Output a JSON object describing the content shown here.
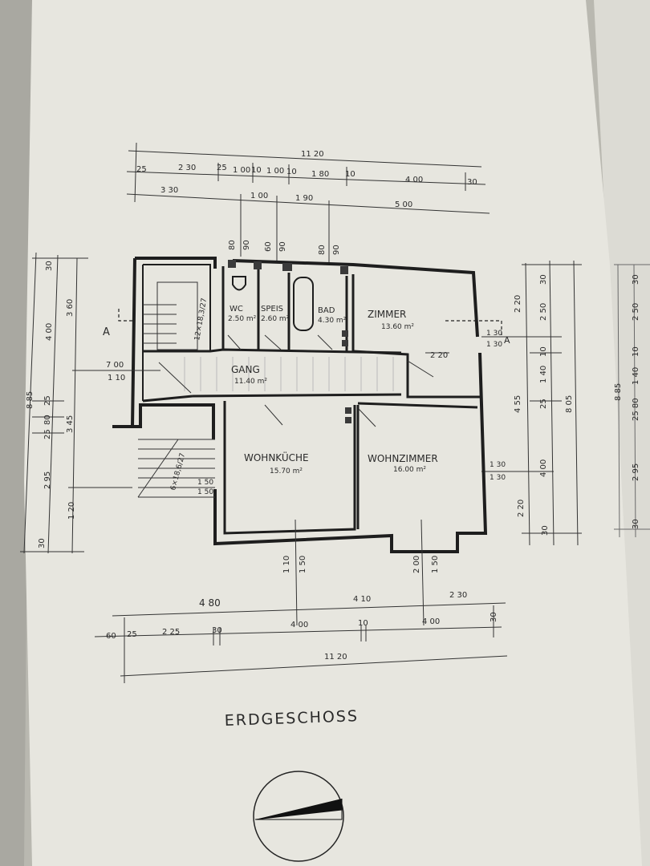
{
  "plan": {
    "title": "ERDGESCHOSS",
    "rooms": [
      {
        "name": "WC",
        "area": "2.50 m²"
      },
      {
        "name": "SPEIS",
        "area": "2.60 m²"
      },
      {
        "name": "BAD",
        "area": "4.30 m²"
      },
      {
        "name": "ZIMMER",
        "area": "13.60 m²"
      },
      {
        "name": "GANG",
        "area": "11.40 m²"
      },
      {
        "name": "WOHNKÜCHE",
        "area": "15.70 m²"
      },
      {
        "name": "WOHNZIMMER",
        "area": "16.00 m²"
      }
    ],
    "stairs": {
      "upper": "12×18,3/27",
      "lower": "6×18,6/27"
    },
    "section_marker": "A",
    "dimensions": {
      "top_overall": "11 20",
      "top_row1": [
        "25",
        "2 30",
        "25",
        "1 00",
        "10",
        "1 00",
        "10",
        "1 80",
        "10",
        "4 00",
        "30"
      ],
      "top_row2": [
        "3 30",
        "1 00",
        "1 90",
        "5 00"
      ],
      "top_openings": [
        "80",
        "90",
        "60",
        "90",
        "80",
        "90"
      ],
      "bottom_row1": [
        "4 80",
        "4 10",
        "2 30"
      ],
      "bottom_row2": [
        "60",
        "25",
        "2 25",
        "30",
        "10",
        "30"
      ],
      "bottom_overall": "11 20",
      "bottom_openings": [
        "1 10",
        "1 50",
        "2 00",
        "1 50"
      ],
      "bottom_spans": [
        "4 00",
        "4 00"
      ],
      "left": [
        "30",
        "4 00",
        "3 60",
        "8 85",
        "25",
        "80",
        "25",
        "3 45",
        "2 95",
        "1 20",
        "30"
      ],
      "right": [
        "30",
        "2 20",
        "2 50",
        "10",
        "1 40",
        "25",
        "4 55",
        "8 05",
        "4 00",
        "2 20",
        "30"
      ],
      "interior": [
        "7 00",
        "1 10",
        "1 30",
        "1 30",
        "1 30",
        "1 30",
        "1 50",
        "1 50",
        "2 20"
      ]
    }
  }
}
